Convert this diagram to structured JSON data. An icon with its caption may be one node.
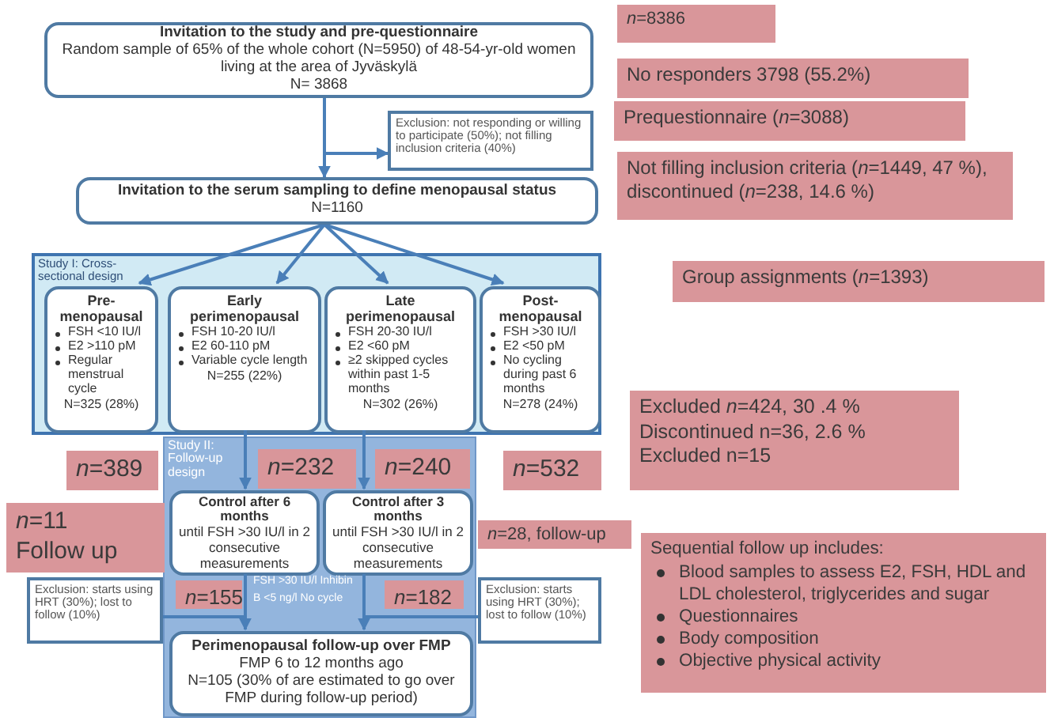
{
  "diagram": {
    "nodes": [
      {
        "text": [
          "Invitation to the study and pre-questionnaire",
          "Random sample of 65% of the whole cohort (N=5950) of 48-54-yr-old women living at the area of Jyväskylä",
          "N= 3868"
        ]
      },
      {
        "text": [
          "*n*=8386"
        ]
      },
      {
        "text": [
          "No responders 3798 (55.2%)"
        ]
      },
      {
        "text": [
          "Prequestionnaire (*n*=3088)"
        ]
      },
      {
        "text": [
          "Exclusion: not responding or willing to participate (50%); not filling inclusion criteria (40%)"
        ]
      },
      {
        "text": [
          "Not filling inclusion criteria (*n*=1449, 47 %), discontinued (*n*=238, 14.6 %)"
        ]
      },
      {
        "text": [
          "Invitation to the serum sampling to define menopausal status",
          "N=1160"
        ]
      },
      {
        "text": [
          "Study I: Cross-sectional design"
        ]
      },
      {
        "text": [
          "Pre- menopausal",
          "FSH <10 IU/l",
          "E2 >110 pM",
          "Regular menstrual cycle",
          "N=325 (28%)"
        ],
        "in": 7
      },
      {
        "text": [
          "Early perimenopausal",
          "FSH 10-20 IU/l",
          "E2 60-110 pM",
          "Variable cycle length",
          "N=255 (22%)"
        ],
        "in": 7
      },
      {
        "text": [
          "Late perimenopausal",
          "FSH 20-30 IU/l",
          "E2 <60 pM",
          "≥2 skipped cycles within past 1-5 months",
          "N=302 (26%)"
        ],
        "in": 7
      },
      {
        "text": [
          "Post- menopausal",
          "FSH >30 IU/l",
          "E2 <50 pM",
          "No cycling during past 6 months",
          "N=278 (24%)"
        ],
        "in": 7
      },
      {
        "text": [
          "Group assignments (*n*=1393)"
        ]
      },
      {
        "text": [
          "Excluded *n*=424, 30 .4 %",
          "Discontinued n=36, 2.6 %",
          "Excluded n=15"
        ]
      },
      {
        "text": [
          "Study II: Follow-up design"
        ]
      },
      {
        "text": [
          "*n*=389"
        ]
      },
      {
        "text": [
          "*n*=232"
        ],
        "in": 14
      },
      {
        "text": [
          "*n*=240"
        ],
        "in": 14
      },
      {
        "text": [
          "*n*=532"
        ]
      },
      {
        "text": [
          "*n*=11",
          "Follow up"
        ]
      },
      {
        "text": [
          "Control after 6 months",
          "until FSH >30 IU/l in 2 consecutive measurements"
        ],
        "in": 14
      },
      {
        "text": [
          "Control after 3 months",
          "until FSH >30 IU/l in 2 consecutive measurements"
        ],
        "in": 14
      },
      {
        "text": [
          "*n*=28, follow-up"
        ]
      },
      {
        "text": [
          "Sequential follow up includes:",
          "Blood samples to assess E2, FSH, HDL and LDL cholesterol, triglycerides and sugar",
          "Questionnaires",
          "Body composition",
          "Objective physical activity"
        ]
      },
      {
        "text": [
          "Exclusion: starts using HRT (30%); lost to follow (10%)"
        ]
      },
      {
        "text": [
          "*n*=155"
        ],
        "in": 14
      },
      {
        "text": [
          "*n*=182"
        ],
        "in": 14
      },
      {
        "text": [
          "Exclusion: starts using HRT (30%); lost to follow (10%)"
        ]
      },
      {
        "text": [
          "Perimenopausal follow-up over FMP",
          "FMP 6 to 12 months ago",
          "N=105 (30% of are estimated to go over FMP during follow-up period)"
        ],
        "in": 14
      }
    ],
    "edges": [
      {
        "from": 0,
        "to": 6,
        "arrow": "to"
      },
      {
        "from": 0,
        "to": 4,
        "arrow": "to"
      },
      {
        "from": 6,
        "to": 8,
        "arrow": "to"
      },
      {
        "from": 6,
        "to": 9,
        "arrow": "to"
      },
      {
        "from": 6,
        "to": 10,
        "arrow": "to"
      },
      {
        "from": 6,
        "to": 11,
        "arrow": "to"
      },
      {
        "from": 9,
        "to": 20,
        "arrow": "to"
      },
      {
        "from": 10,
        "to": 21,
        "arrow": "to"
      },
      {
        "from": 20,
        "to": 28,
        "arrow": "to"
      },
      {
        "from": 21,
        "to": 28,
        "arrow": "to"
      },
      {
        "from": 20,
        "to": 24,
        "arrow": "none"
      },
      {
        "from": 21,
        "to": 27,
        "arrow": "none"
      }
    ],
    "labels": [
      "FSH >30 IU/l Inhibin B <5 ng/l No cycle"
    ]
  }
}
